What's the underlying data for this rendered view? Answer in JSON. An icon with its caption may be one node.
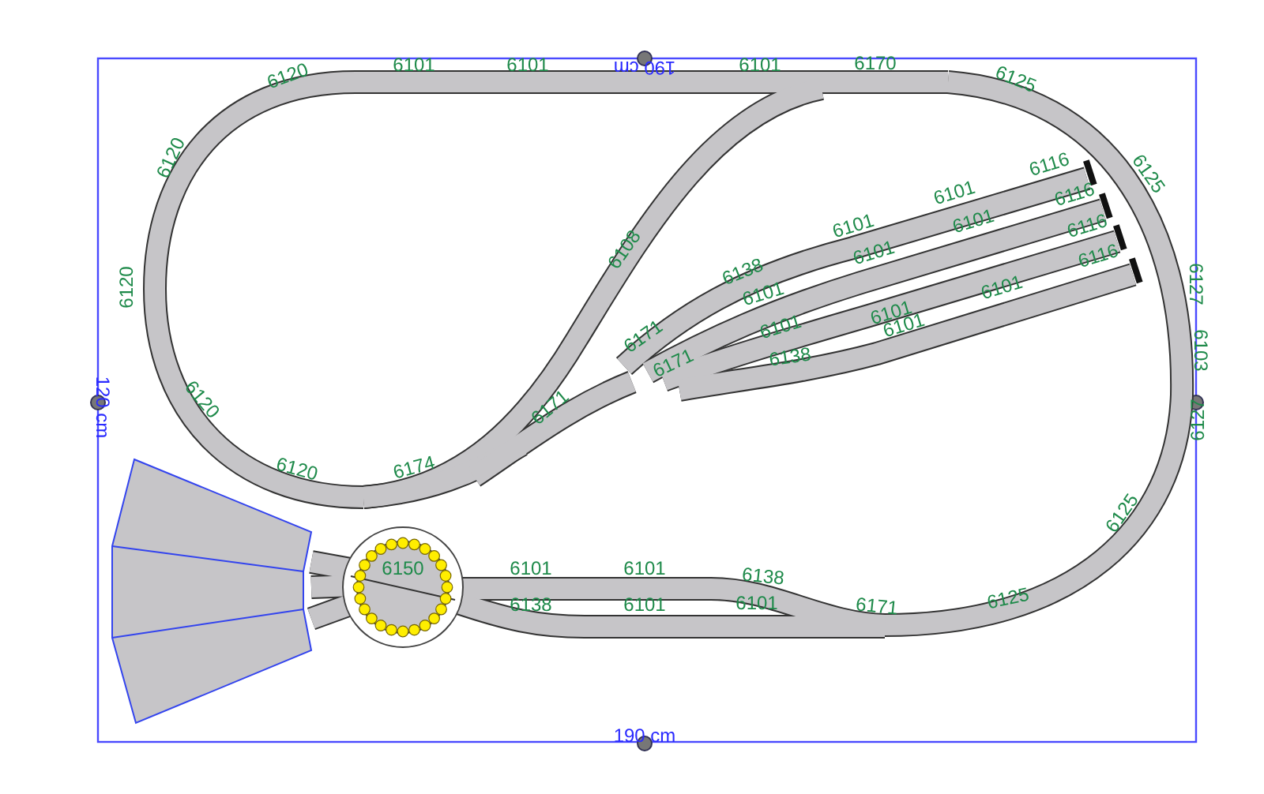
{
  "diagram": {
    "labels": [
      "6120",
      "6101",
      "6101",
      "190 cm",
      "6101",
      "6170",
      "6125",
      "6120",
      "6116",
      "6125",
      "6101",
      "6116",
      "6101",
      "6101",
      "6116",
      "6108",
      "6101",
      "6116",
      "6138",
      "6101",
      "6120",
      "6127",
      "6101",
      "6101",
      "6171",
      "6101",
      "6101",
      "6103",
      "6171",
      "6138",
      "120 cm",
      "6127",
      "6120",
      "6171",
      "6120",
      "6174",
      "6125",
      "6150",
      "6101",
      "6101",
      "6138",
      "6138",
      "6101",
      "6101",
      "6171",
      "6125",
      "190 cm"
    ]
  }
}
